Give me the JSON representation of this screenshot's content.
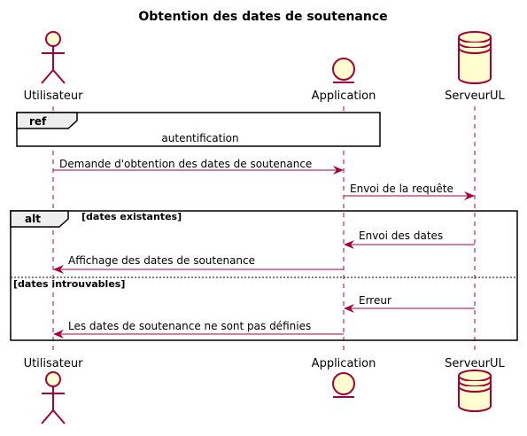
{
  "diagram": {
    "title": "Obtention des dates de soutenance",
    "participants": [
      {
        "id": "user",
        "name": "Utilisateur",
        "kind": "actor"
      },
      {
        "id": "app",
        "name": "Application",
        "kind": "entity"
      },
      {
        "id": "srv",
        "name": "ServeurUL",
        "kind": "database"
      }
    ],
    "ref": {
      "keyword": "ref",
      "text": "autentification"
    },
    "messages": [
      {
        "from": "user",
        "to": "app",
        "label": "Demande d'obtention des dates de soutenance"
      },
      {
        "from": "app",
        "to": "srv",
        "label": "Envoi de la requête"
      },
      {
        "from": "srv",
        "to": "app",
        "label": "Envoi des dates"
      },
      {
        "from": "app",
        "to": "user",
        "label": "Affichage des dates de soutenance"
      },
      {
        "from": "srv",
        "to": "app",
        "label": "Erreur"
      },
      {
        "from": "app",
        "to": "user",
        "label": "Les dates de soutenance ne sont pas définies"
      }
    ],
    "alt": {
      "keyword": "alt",
      "guard1": "[dates existantes]",
      "guard2": "[dates introuvables]"
    },
    "colors": {
      "line": "#A80036",
      "fill": "#FEFECE",
      "frame_header": "#EEEEEE"
    }
  }
}
